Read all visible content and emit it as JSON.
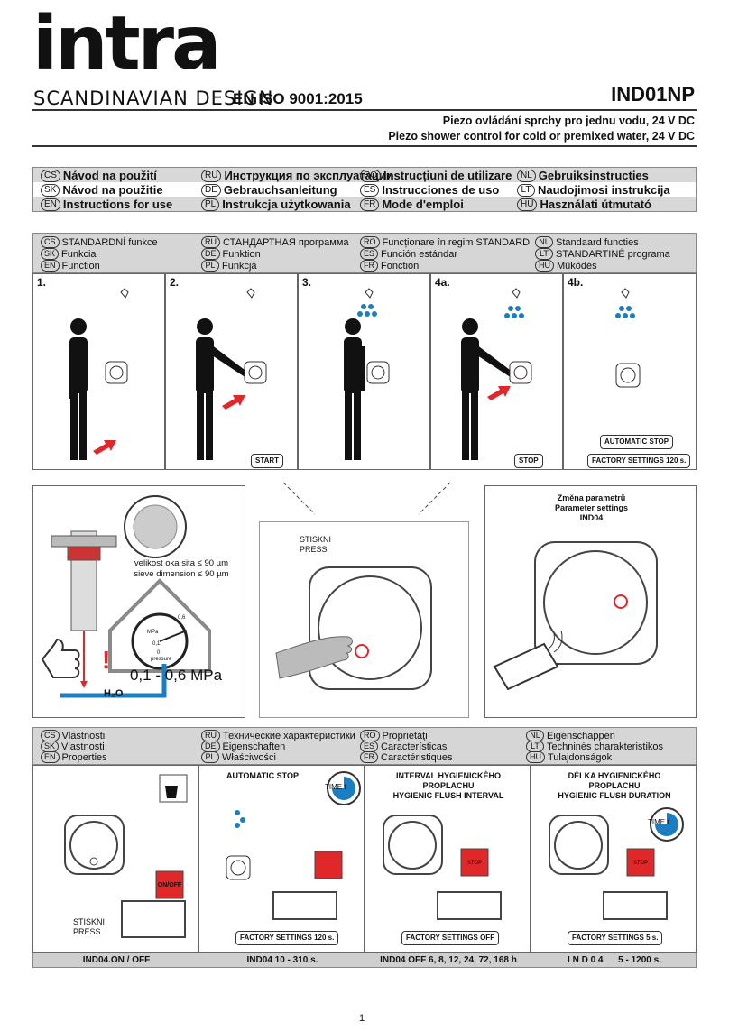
{
  "header": {
    "brand": "intra",
    "tagline": "SCANDINAVIAN DESIGN",
    "iso": "EN ISO 9001:2015",
    "model": "IND01NP",
    "subtitle_cs": "Piezo ovládání sprchy pro jednu vodu, 24 V DC",
    "subtitle_en": "Piezo shower control for cold or premixed water, 24 V DC"
  },
  "languages": [
    {
      "code": "CS",
      "label": "Návod na použití"
    },
    {
      "code": "RU",
      "label": "Инструкция по эксплуатации"
    },
    {
      "code": "RO",
      "label": "Instrucțiuni de utilizare"
    },
    {
      "code": "NL",
      "label": "Gebruiksinstructies"
    },
    {
      "code": "SK",
      "label": "Návod na použitie"
    },
    {
      "code": "DE",
      "label": "Gebrauchsanleitung"
    },
    {
      "code": "ES",
      "label": "Instrucciones de uso"
    },
    {
      "code": "LT",
      "label": "Naudojimosi instrukcija"
    },
    {
      "code": "EN",
      "label": "Instructions for use"
    },
    {
      "code": "PL",
      "label": "Instrukcja użytkowania"
    },
    {
      "code": "FR",
      "label": "Mode d'emploi"
    },
    {
      "code": "HU",
      "label": "Használati útmutató"
    }
  ],
  "function_header": [
    {
      "code": "CS",
      "label": "STANDARDNÍ funkce"
    },
    {
      "code": "RU",
      "label": "СТАНДАРТНАЯ программа"
    },
    {
      "code": "RO",
      "label": "Funcționare în regim STANDARD"
    },
    {
      "code": "NL",
      "label": "Standaard functies"
    },
    {
      "code": "SK",
      "label": "Funkcia"
    },
    {
      "code": "DE",
      "label": "Funktion"
    },
    {
      "code": "ES",
      "label": "Función estándar"
    },
    {
      "code": "LT",
      "label": "STANDARTINĖ programa"
    },
    {
      "code": "EN",
      "label": "Function"
    },
    {
      "code": "PL",
      "label": "Funkcja"
    },
    {
      "code": "FR",
      "label": "Fonction"
    },
    {
      "code": "HU",
      "label": "Működés"
    }
  ],
  "steps": [
    {
      "num": "1.",
      "tag": ""
    },
    {
      "num": "2.",
      "tag": "START"
    },
    {
      "num": "3.",
      "tag": ""
    },
    {
      "num": "4a.",
      "tag": "STOP"
    },
    {
      "num": "4b.",
      "tag": "AUTOMATIC STOP",
      "tag2": "FACTORY SETTINGS 120 s."
    }
  ],
  "install": {
    "sieve_cs": "velikost oka sita ≤ 90 µm",
    "sieve_en": "sieve dimension ≤ 90 µm",
    "pressure": "0,1 - 0,6 MPa",
    "gauge_unit": "MPa",
    "gauge_hi": "0,6",
    "gauge_lo": "0,1",
    "gauge_zero": "0",
    "gauge_label": "pressure",
    "water": "H₂O",
    "warn": "!"
  },
  "press": {
    "cs": "STISKNI",
    "en": "PRESS"
  },
  "params": {
    "cs": "Změna parametrů",
    "en": "Parameter settings",
    "code": "IND04"
  },
  "properties_header": [
    {
      "code": "CS",
      "label": "Vlastnosti"
    },
    {
      "code": "RU",
      "label": "Технические характеристики"
    },
    {
      "code": "RO",
      "label": "Proprietăţi"
    },
    {
      "code": "NL",
      "label": "Eigenschappen"
    },
    {
      "code": "SK",
      "label": "Vlastnosti"
    },
    {
      "code": "DE",
      "label": "Eigenschaften"
    },
    {
      "code": "ES",
      "label": "Características"
    },
    {
      "code": "LT",
      "label": "Techninės charakteristikos"
    },
    {
      "code": "EN",
      "label": "Properties"
    },
    {
      "code": "PL",
      "label": "Właściwości"
    },
    {
      "code": "FR",
      "label": "Caractéristiques"
    },
    {
      "code": "HU",
      "label": "Tulajdonságok"
    }
  ],
  "props": [
    {
      "title": "",
      "press_cs": "STISKNI",
      "press_en": "PRESS",
      "btn": "ON/OFF",
      "factory": "",
      "bottom": "IND04.ON / OFF"
    },
    {
      "title": "AUTOMATIC STOP",
      "time": "TIME t",
      "factory": "FACTORY SETTINGS 120 s.",
      "bottom": "IND04 10 - 310 s."
    },
    {
      "title": "INTERVAL HYGIENICKÉHO\nPROPLACHU\nHYGIENIC FLUSH INTERVAL",
      "btn": "STOP",
      "factory": "FACTORY SETTINGS OFF",
      "bottom": "IND04 OFF 6, 8, 12, 24, 72, 168 h"
    },
    {
      "title": "DÉLKA HYGIENICKÉHO\nPROPLACHU\nHYGIENIC FLUSH DURATION",
      "time": "TIME t",
      "btn": "STOP",
      "factory": "FACTORY SETTINGS 5 s.",
      "bottom": "I N D 0 4      5 - 1200 s."
    }
  ],
  "page_number": "1",
  "colors": {
    "red": "#e0282b",
    "blue": "#1b7ec2",
    "grey": "#d6d6d6"
  }
}
